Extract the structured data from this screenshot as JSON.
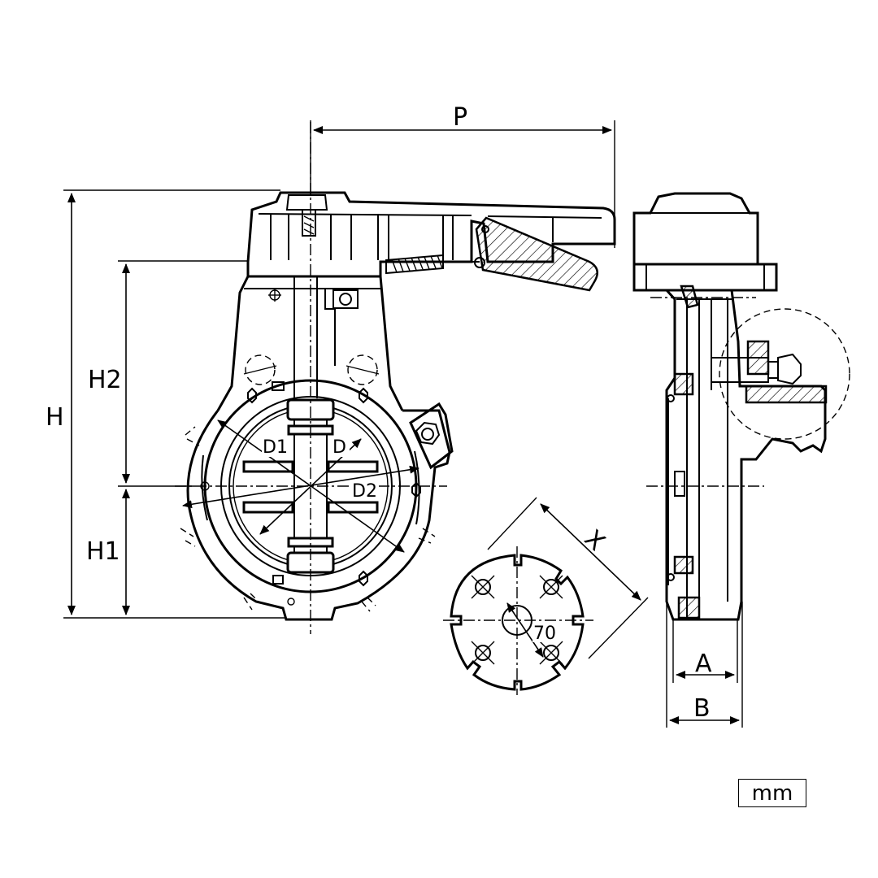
{
  "diagram": {
    "dimension_labels": {
      "P": "P",
      "H": "H",
      "H1": "H1",
      "H2": "H2",
      "D": "D",
      "D1": "D1",
      "D2": "D2",
      "X": "X",
      "A": "A",
      "B": "B",
      "bore": "70"
    },
    "unit": "mm"
  }
}
